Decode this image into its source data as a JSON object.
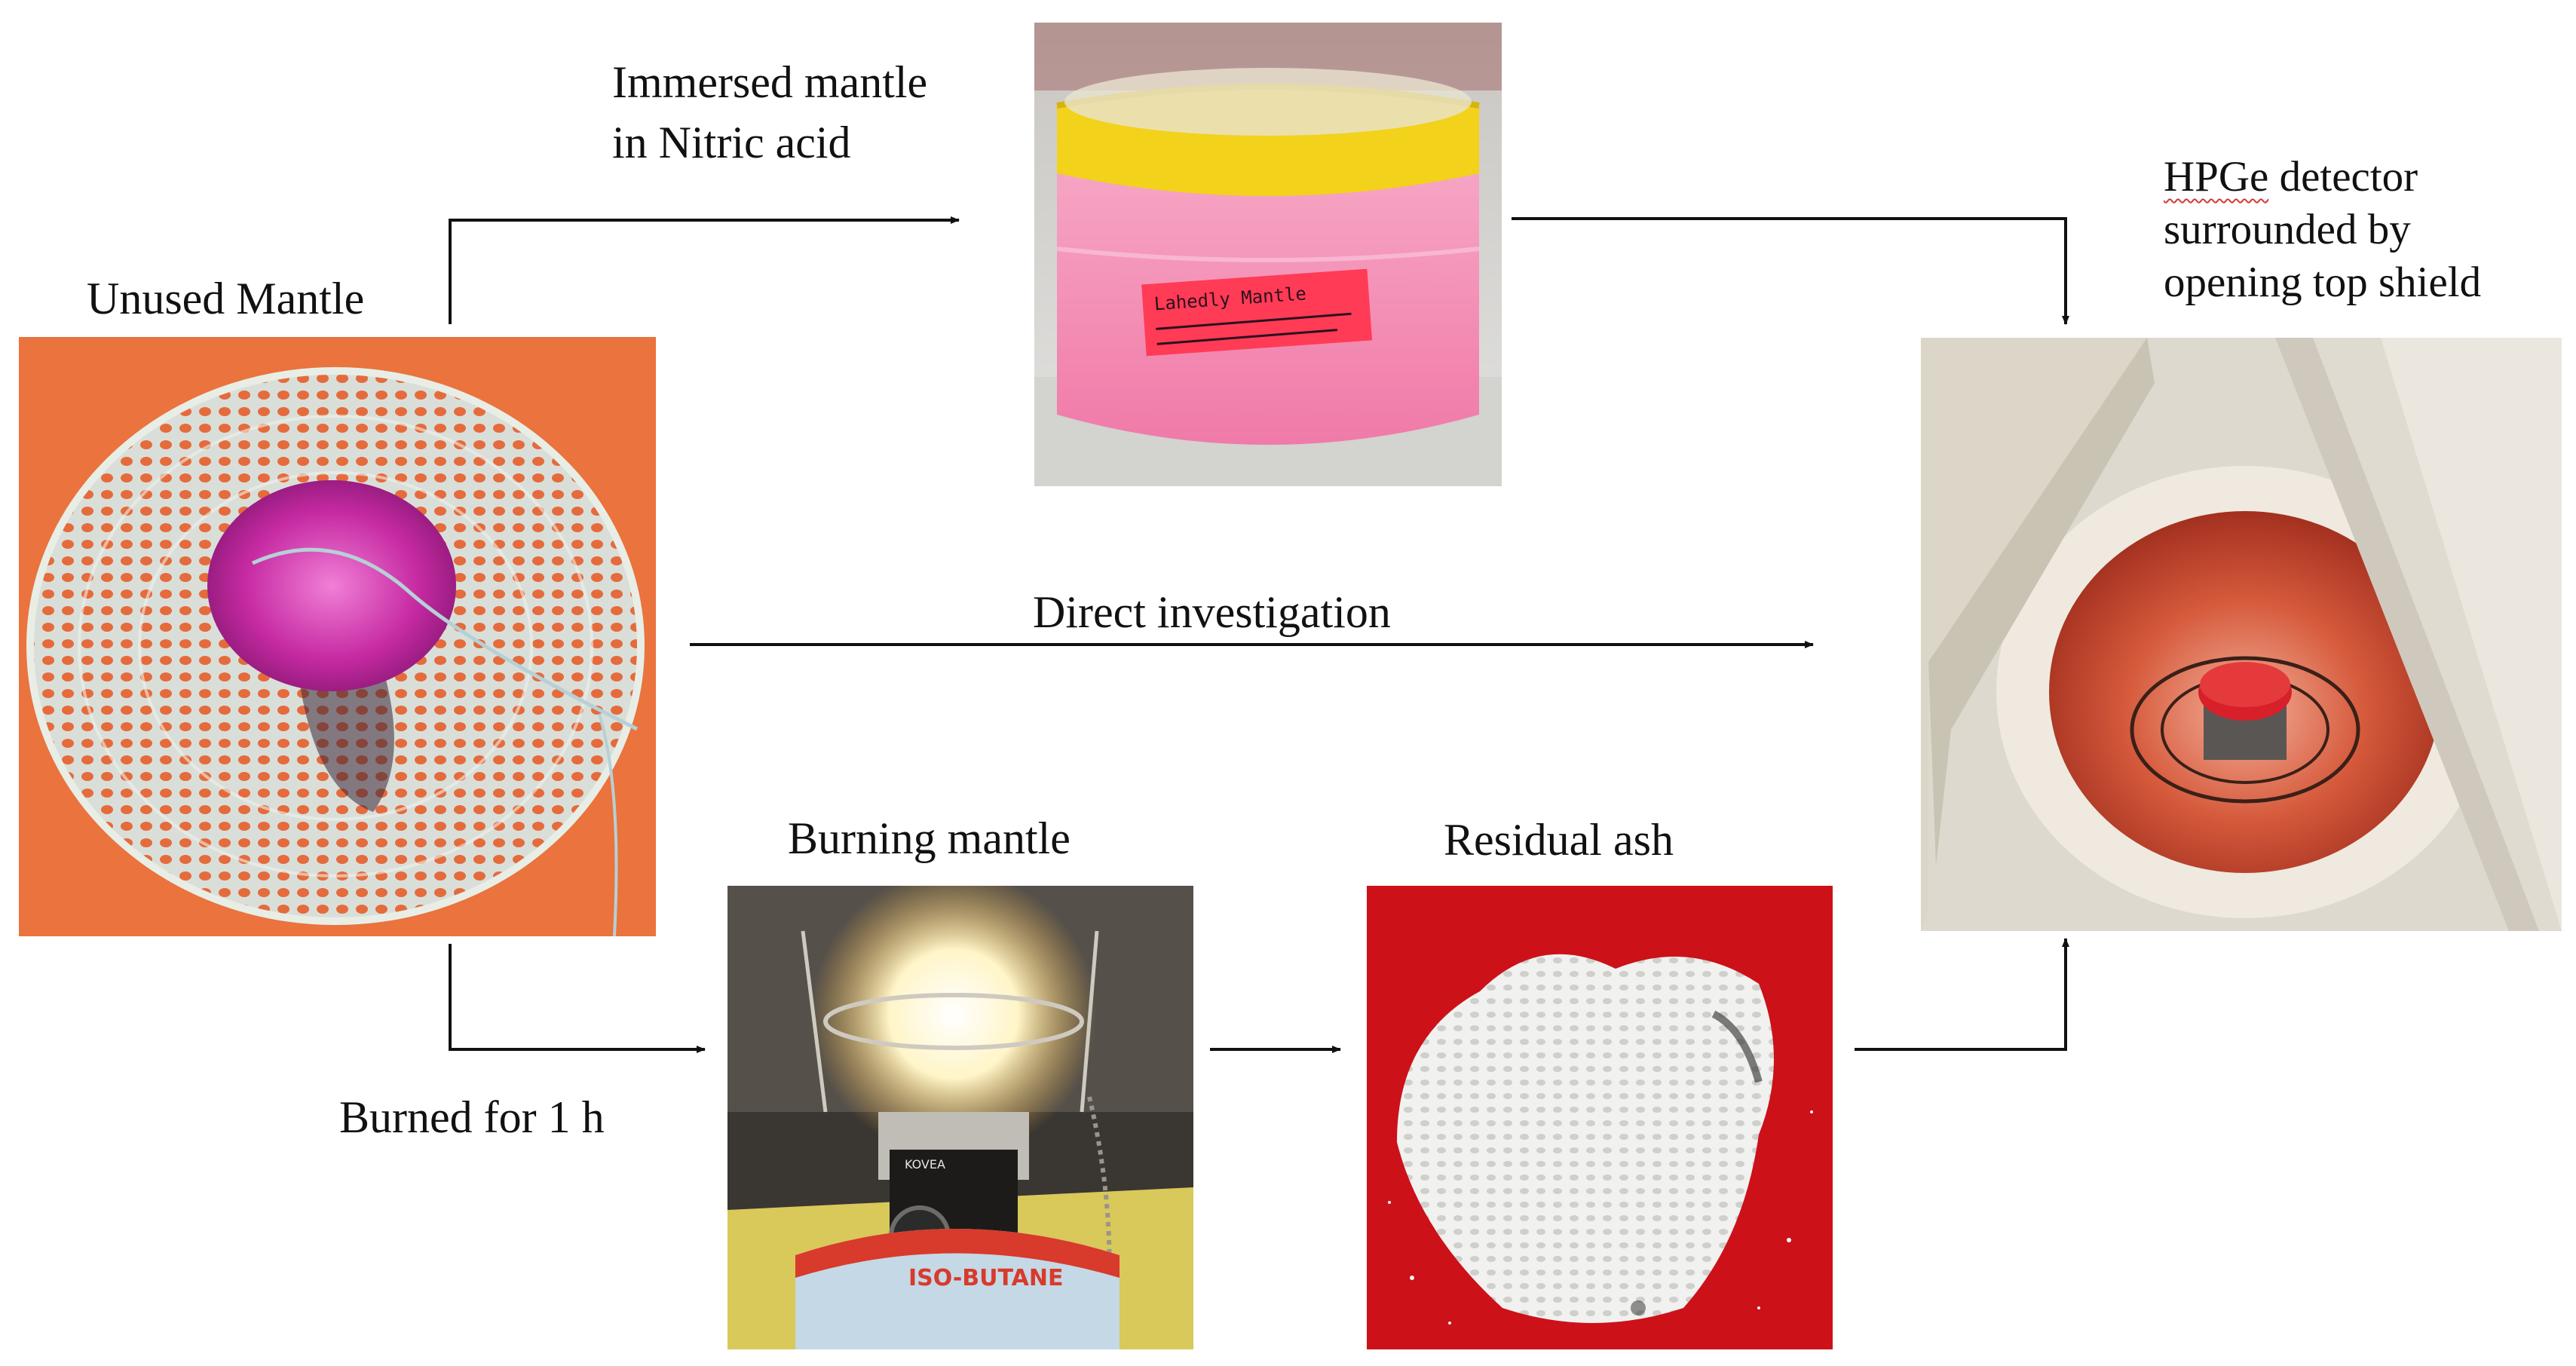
{
  "labels": {
    "unused_mantle": "Unused Mantle",
    "immersed_line1": "Immersed mantle",
    "immersed_line2": "in Nitric acid",
    "direct_investigation": "Direct investigation",
    "burning_mantle": "Burning mantle",
    "residual_ash": "Residual ash",
    "burned_for": "Burned for 1 h",
    "hpge_line1_word": "HPGe",
    "hpge_line1_rest": " detector",
    "hpge_line2": "surrounded by",
    "hpge_line3": "opening top shield"
  },
  "photos": {
    "unused_mantle": {
      "icon": "gas-mantle-photo",
      "bg": "#e86e3a"
    },
    "nitric_acid_jar": {
      "icon": "pink-solution-jar-photo",
      "lid": "#f2d21b",
      "liquid": "#f48ab0",
      "tag_text": "Lahedly Mantle"
    },
    "burning_mantle": {
      "icon": "gas-lamp-burning-photo",
      "can_text": "ISO-BUTANE",
      "brand": "KOVEA"
    },
    "residual_ash": {
      "icon": "white-ash-on-red-plate-photo",
      "plate": "#d8131b"
    },
    "hpge_detector": {
      "icon": "hpge-detector-shield-photo",
      "glow": "#c7442a"
    }
  }
}
